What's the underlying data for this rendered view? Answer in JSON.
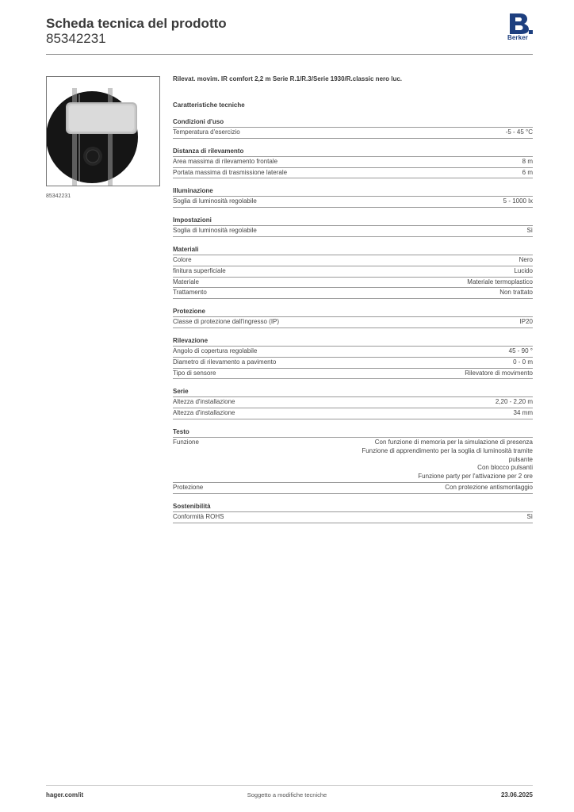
{
  "header": {
    "title": "Scheda tecnica del prodotto",
    "code": "85342231",
    "brand": "Berker",
    "brand_color": "#1d3f7f"
  },
  "product": {
    "name": "Rilevat. movim. IR comfort 2,2 m Serie R.1/R.3/Serie 1930/R.classic nero luc.",
    "image_caption": "85342231"
  },
  "specs_heading": "Caratteristiche tecniche",
  "sections": [
    {
      "title": "Condizioni d'uso",
      "rows": [
        {
          "label": "Temperatura d'esercizio",
          "value": "-5 - 45 °C"
        }
      ]
    },
    {
      "title": "Distanza di rilevamento",
      "rows": [
        {
          "label": "Area massima di rilevamento frontale",
          "value": "8 m"
        },
        {
          "label": "Portata massima di trasmissione laterale",
          "value": "6 m"
        }
      ]
    },
    {
      "title": "Illuminazione",
      "rows": [
        {
          "label": "Soglia di luminosità regolabile",
          "value": "5 - 1000 lx"
        }
      ]
    },
    {
      "title": "Impostazioni",
      "rows": [
        {
          "label": "Soglia di luminosità regolabile",
          "value": "Sì"
        }
      ]
    },
    {
      "title": "Materiali",
      "rows": [
        {
          "label": "Colore",
          "value": "Nero"
        },
        {
          "label": "finitura superficiale",
          "value": "Lucido"
        },
        {
          "label": "Materiale",
          "value": "Materiale termoplastico"
        },
        {
          "label": "Trattamento",
          "value": "Non trattato"
        }
      ]
    },
    {
      "title": "Protezione",
      "rows": [
        {
          "label": "Classe di protezione dall'ingresso (IP)",
          "value": "IP20"
        }
      ]
    },
    {
      "title": "Rilevazione",
      "rows": [
        {
          "label": "Angolo di copertura regolabile",
          "value": "45 - 90 °"
        },
        {
          "label": "Diametro di rilevamento a pavimento",
          "value": "0 - 0 m"
        },
        {
          "label": "Tipo di sensore",
          "value": "Rilevatore di movimento"
        }
      ]
    },
    {
      "title": "Serie",
      "rows": [
        {
          "label": "Altezza d'installazione",
          "value": "2,20 - 2,20 m"
        },
        {
          "label": "Altezza d'installazione",
          "value": "34 mm"
        }
      ]
    },
    {
      "title": "Testo",
      "rows": [
        {
          "label": "Funzione",
          "lines": [
            "Con funzione di memoria per la simulazione di presenza",
            "Funzione di apprendimento per la soglia di luminosità tramite",
            "pulsante",
            "Con blocco pulsanti",
            "Funzione party per l'attivazione per 2 ore"
          ]
        },
        {
          "label": "Protezione",
          "value": "Con protezione antismontaggio"
        }
      ]
    },
    {
      "title": "Sostenibilità",
      "rows": [
        {
          "label": "Conformità ROHS",
          "value": "Sì"
        }
      ]
    }
  ],
  "footer": {
    "website": "hager.com/it",
    "note": "Soggetto a modifiche tecniche",
    "date": "23.06.2025"
  }
}
